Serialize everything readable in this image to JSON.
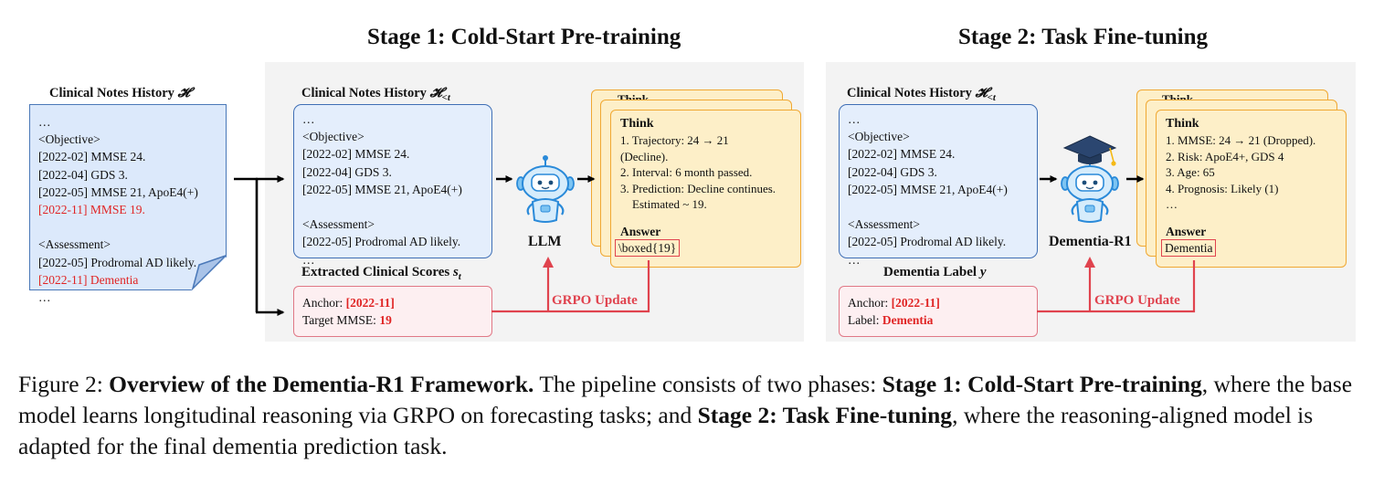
{
  "stage1": {
    "title": "Stage 1: Cold-Start Pre-training",
    "history_header": "Clinical Notes History ",
    "history_sym": "𝓗",
    "history_sub": "<t",
    "history_lines": [
      "…",
      "<Objective>",
      "[2022-02] MMSE 24.",
      "[2022-04] GDS 3.",
      "[2022-05] MMSE 21, ApoE4(+)",
      "",
      "<Assessment>",
      "[2022-05] Prodromal AD likely.",
      "…"
    ],
    "scores_header": "Extracted Clinical Scores ",
    "scores_sym": "s",
    "scores_sub": "t",
    "anchor_label": "Anchor: ",
    "anchor_value": "[2022-11]",
    "target_label": "Target MMSE: ",
    "target_value": "19",
    "model_label": "LLM",
    "grpo": "GRPO Update",
    "think_title": "Think",
    "think_lines": [
      "1. Trajectory: 24 → 21",
      "(Decline).",
      "2. Interval: 6 month passed.",
      "3. Prediction: Decline continues.",
      "    Estimated ~ 19."
    ],
    "answer_title": "Answer",
    "answer_value": "\\boxed{19}",
    "peek_text": "Think"
  },
  "stage2": {
    "title": "Stage 2: Task Fine-tuning",
    "history_header": "Clinical Notes History ",
    "history_sym": "𝓗",
    "history_sub": "<t",
    "history_lines": [
      "…",
      "<Objective>",
      "[2022-02] MMSE 24.",
      "[2022-04] GDS 3.",
      "[2022-05] MMSE 21, ApoE4(+)",
      "",
      "<Assessment>",
      "[2022-05] Prodromal AD likely.",
      "…"
    ],
    "label_header": "Dementia Label ",
    "label_sym": "y",
    "anchor_label": "Anchor: ",
    "anchor_value": "[2022-11]",
    "label_label": "Label: ",
    "label_value": "Dementia",
    "model_label": "Dementia-R1",
    "grpo": "GRPO Update",
    "think_title": "Think",
    "think_lines": [
      "1. MMSE: 24 → 21 (Dropped).",
      "2. Risk: ApoE4+, GDS 4",
      "3. Age: 65",
      "4. Prognosis: Likely (1)",
      "…"
    ],
    "answer_title": "Answer",
    "answer_value": "Dementia",
    "peek_text": "Think"
  },
  "history": {
    "header": "Clinical Notes History ",
    "sym": "𝓗",
    "lines": [
      "…",
      "<Objective>",
      "[2022-02] MMSE 24.",
      "[2022-04] GDS 3.",
      "[2022-05] MMSE 21, ApoE4(+)",
      "[2022-11] MMSE 19.",
      "",
      "<Assessment>",
      "[2022-05] Prodromal AD likely.",
      "[2022-11] Dementia",
      "…"
    ],
    "red_line_indices": [
      5,
      9
    ]
  },
  "caption": {
    "prefix": "Figure 2: ",
    "title": "Overview of the Dementia-R1 Framework.",
    "t1": " The pipeline consists of two phases: ",
    "s1": "Stage 1: Cold-Start Pre-training",
    "t2": ", where the base model learns longitudinal reasoning via GRPO on forecasting tasks; and ",
    "s2": "Stage 2: Task Fine-tuning",
    "t3": ", where the reasoning-aligned model is adapted for the final dementia prediction task."
  },
  "colors": {
    "panel_bg": "#f3f3f3",
    "blue_box": "#e4eefc",
    "blue_border": "#3f6fb5",
    "red_accent": "#e0434e",
    "card_fill": "#fdefc8",
    "card_border": "#f0a832"
  }
}
